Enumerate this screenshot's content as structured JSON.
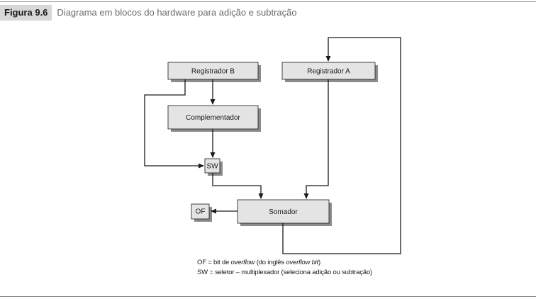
{
  "figure": {
    "label": "Figura 9.6",
    "title": "Diagrama em blocos do hardware para adição e subtração"
  },
  "blocks": {
    "registrador_b": "Registrador B",
    "registrador_a": "Registrador A",
    "complementador": "Complementador",
    "sw": "SW",
    "somador": "Somador",
    "of": "OF"
  },
  "legend": {
    "of_prefix": "OF = bit de ",
    "of_italic1": "overflow",
    "of_middle": " (do inglês ",
    "of_italic2": "overflow bit",
    "of_suffix": ")",
    "sw_line": "SW = seletor – multiplexador (seleciona adição ou subtração)"
  },
  "colors": {
    "box_fill": "#e4e4e4",
    "box_shadow": "#8c8c8c",
    "line": "#1a1a1a",
    "caption_bg": "#d7d7d7"
  }
}
